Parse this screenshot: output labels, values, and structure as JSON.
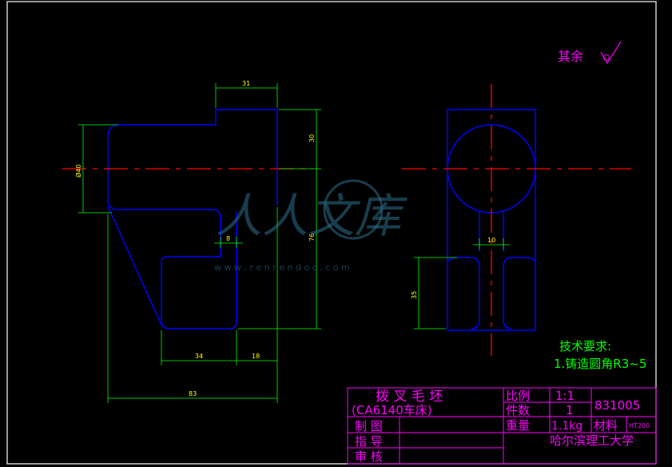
{
  "drawing": {
    "surface_note": "其余",
    "dimensions": {
      "d31": "31",
      "d30": "30",
      "d40": "Ø40",
      "d76": "76",
      "d8": "8",
      "d34": "34",
      "d18": "18",
      "d83": "83",
      "d10": "10",
      "d35": "35"
    },
    "tech_title": "技术要求:",
    "tech_item": "1.铸造圆角R3~5",
    "watermark": {
      "text": "人人文库",
      "url": "w w w . r e n r e n d o c . c o m"
    }
  },
  "title_block": {
    "name": "拨 叉 毛 坯",
    "model": "(CA6140车床)",
    "scale_label": "比例",
    "scale_value": "1:1",
    "qty_label": "件数",
    "qty_value": "1",
    "drawing_no": "831005",
    "weight_label": "重量",
    "weight_value": "1.1kg",
    "material_label": "材料",
    "material_value": "HT200",
    "drawn_label": "制 图",
    "guide_label": "指 导",
    "review_label": "审 核",
    "school": "哈尔滨理工大学"
  },
  "colors": {
    "outline": "#0000ff",
    "center": "#ff0000",
    "dimension": "#00ff00",
    "text": "#ff00ff",
    "frame": "#ffffff"
  }
}
